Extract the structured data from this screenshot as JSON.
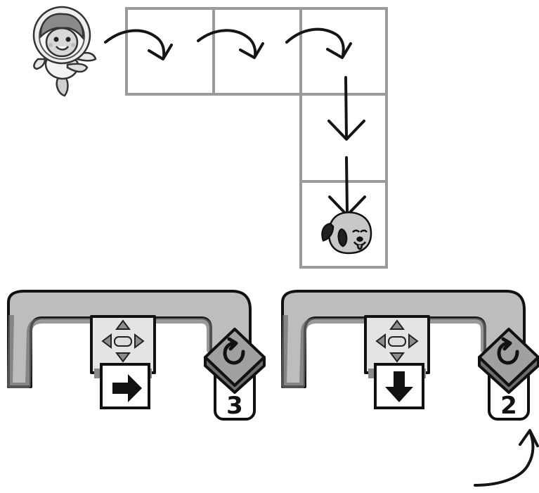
{
  "grid": {
    "cells": [
      {
        "label": "",
        "arrow": "turn-right-down"
      },
      {
        "label": "",
        "arrow": "turn-right-down"
      },
      {
        "label": "",
        "arrow": "turn-right-down"
      },
      {
        "label": "",
        "arrow": "down"
      },
      {
        "label": "",
        "arrow": "down",
        "contains": "dog"
      }
    ],
    "line_color": "#999999"
  },
  "characters": {
    "start": "astronaut-girl",
    "goal": "dog"
  },
  "loops": [
    {
      "direction": "right",
      "repeat": "3",
      "icon": "move-arrows-icon",
      "loop_icon": "repeat-icon"
    },
    {
      "direction": "down",
      "repeat": "2",
      "icon": "move-arrows-icon",
      "loop_icon": "repeat-icon"
    }
  ],
  "colors": {
    "bracket_fill": "#bdbdbd",
    "bracket_shadow": "#7a7a7a",
    "outline": "#111111",
    "arrow_stroke": "#151515"
  }
}
